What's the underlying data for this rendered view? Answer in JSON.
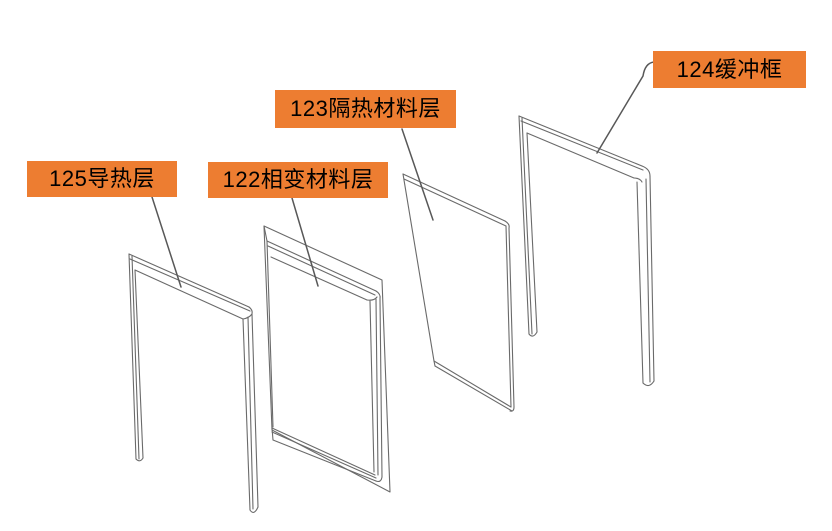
{
  "diagram": {
    "labels": [
      {
        "text": "125导热层"
      },
      {
        "text": "122相变材料层"
      },
      {
        "text": "123隔热材料层"
      },
      {
        "text": "124缓冲框"
      }
    ],
    "colors": {
      "label_background": "#ED7D31",
      "label_text": "#000000",
      "line_art": "#6a6a6a",
      "leader_line": "#585858",
      "canvas_background": "#FFFFFF"
    }
  }
}
